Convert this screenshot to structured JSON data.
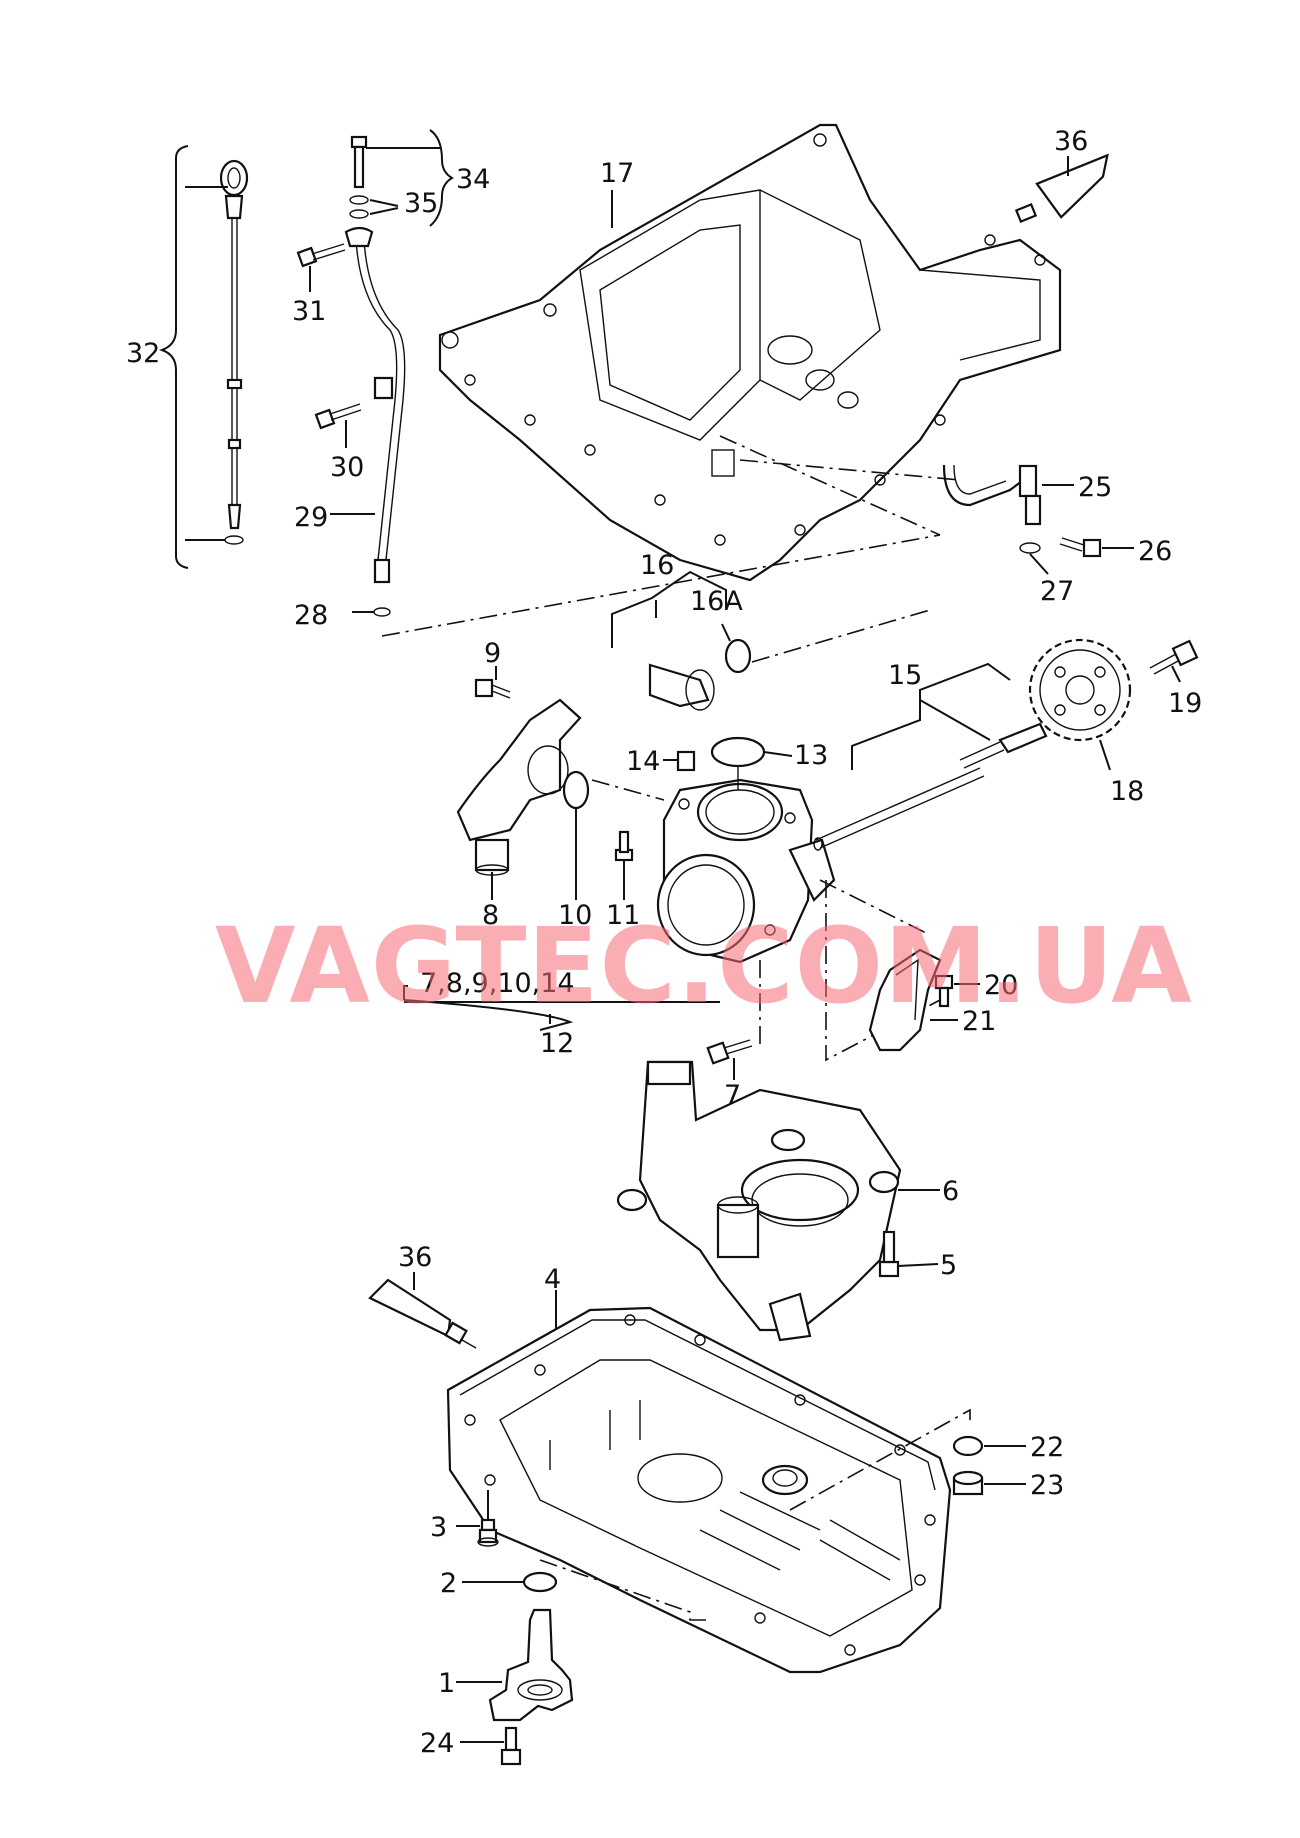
{
  "watermark": "VAGTEC.COM.UA",
  "colors": {
    "watermark": "#f56973",
    "line": "#111111",
    "background": "#ffffff"
  },
  "callouts": [
    {
      "id": "c1",
      "label": "1"
    },
    {
      "id": "c2",
      "label": "2"
    },
    {
      "id": "c3",
      "label": "3"
    },
    {
      "id": "c4",
      "label": "4"
    },
    {
      "id": "c5",
      "label": "5"
    },
    {
      "id": "c6",
      "label": "6"
    },
    {
      "id": "c7",
      "label": "7"
    },
    {
      "id": "c8",
      "label": "8"
    },
    {
      "id": "c9",
      "label": "9"
    },
    {
      "id": "c10",
      "label": "10"
    },
    {
      "id": "c11",
      "label": "11"
    },
    {
      "id": "c12",
      "label": "12"
    },
    {
      "id": "c12-group",
      "label": "7,8,9,10,14"
    },
    {
      "id": "c13",
      "label": "13"
    },
    {
      "id": "c14",
      "label": "14"
    },
    {
      "id": "c15",
      "label": "15"
    },
    {
      "id": "c16",
      "label": "16"
    },
    {
      "id": "c16a",
      "label": "16A"
    },
    {
      "id": "c17",
      "label": "17"
    },
    {
      "id": "c18",
      "label": "18"
    },
    {
      "id": "c19",
      "label": "19"
    },
    {
      "id": "c20",
      "label": "20"
    },
    {
      "id": "c21",
      "label": "21"
    },
    {
      "id": "c22",
      "label": "22"
    },
    {
      "id": "c23",
      "label": "23"
    },
    {
      "id": "c24",
      "label": "24"
    },
    {
      "id": "c25",
      "label": "25"
    },
    {
      "id": "c26",
      "label": "26"
    },
    {
      "id": "c27",
      "label": "27"
    },
    {
      "id": "c28",
      "label": "28"
    },
    {
      "id": "c29",
      "label": "29"
    },
    {
      "id": "c30",
      "label": "30"
    },
    {
      "id": "c31",
      "label": "31"
    },
    {
      "id": "c32",
      "label": "32"
    },
    {
      "id": "c34",
      "label": "34"
    },
    {
      "id": "c35",
      "label": "35"
    },
    {
      "id": "c36-top",
      "label": "36"
    },
    {
      "id": "c36-bottom",
      "label": "36"
    }
  ]
}
